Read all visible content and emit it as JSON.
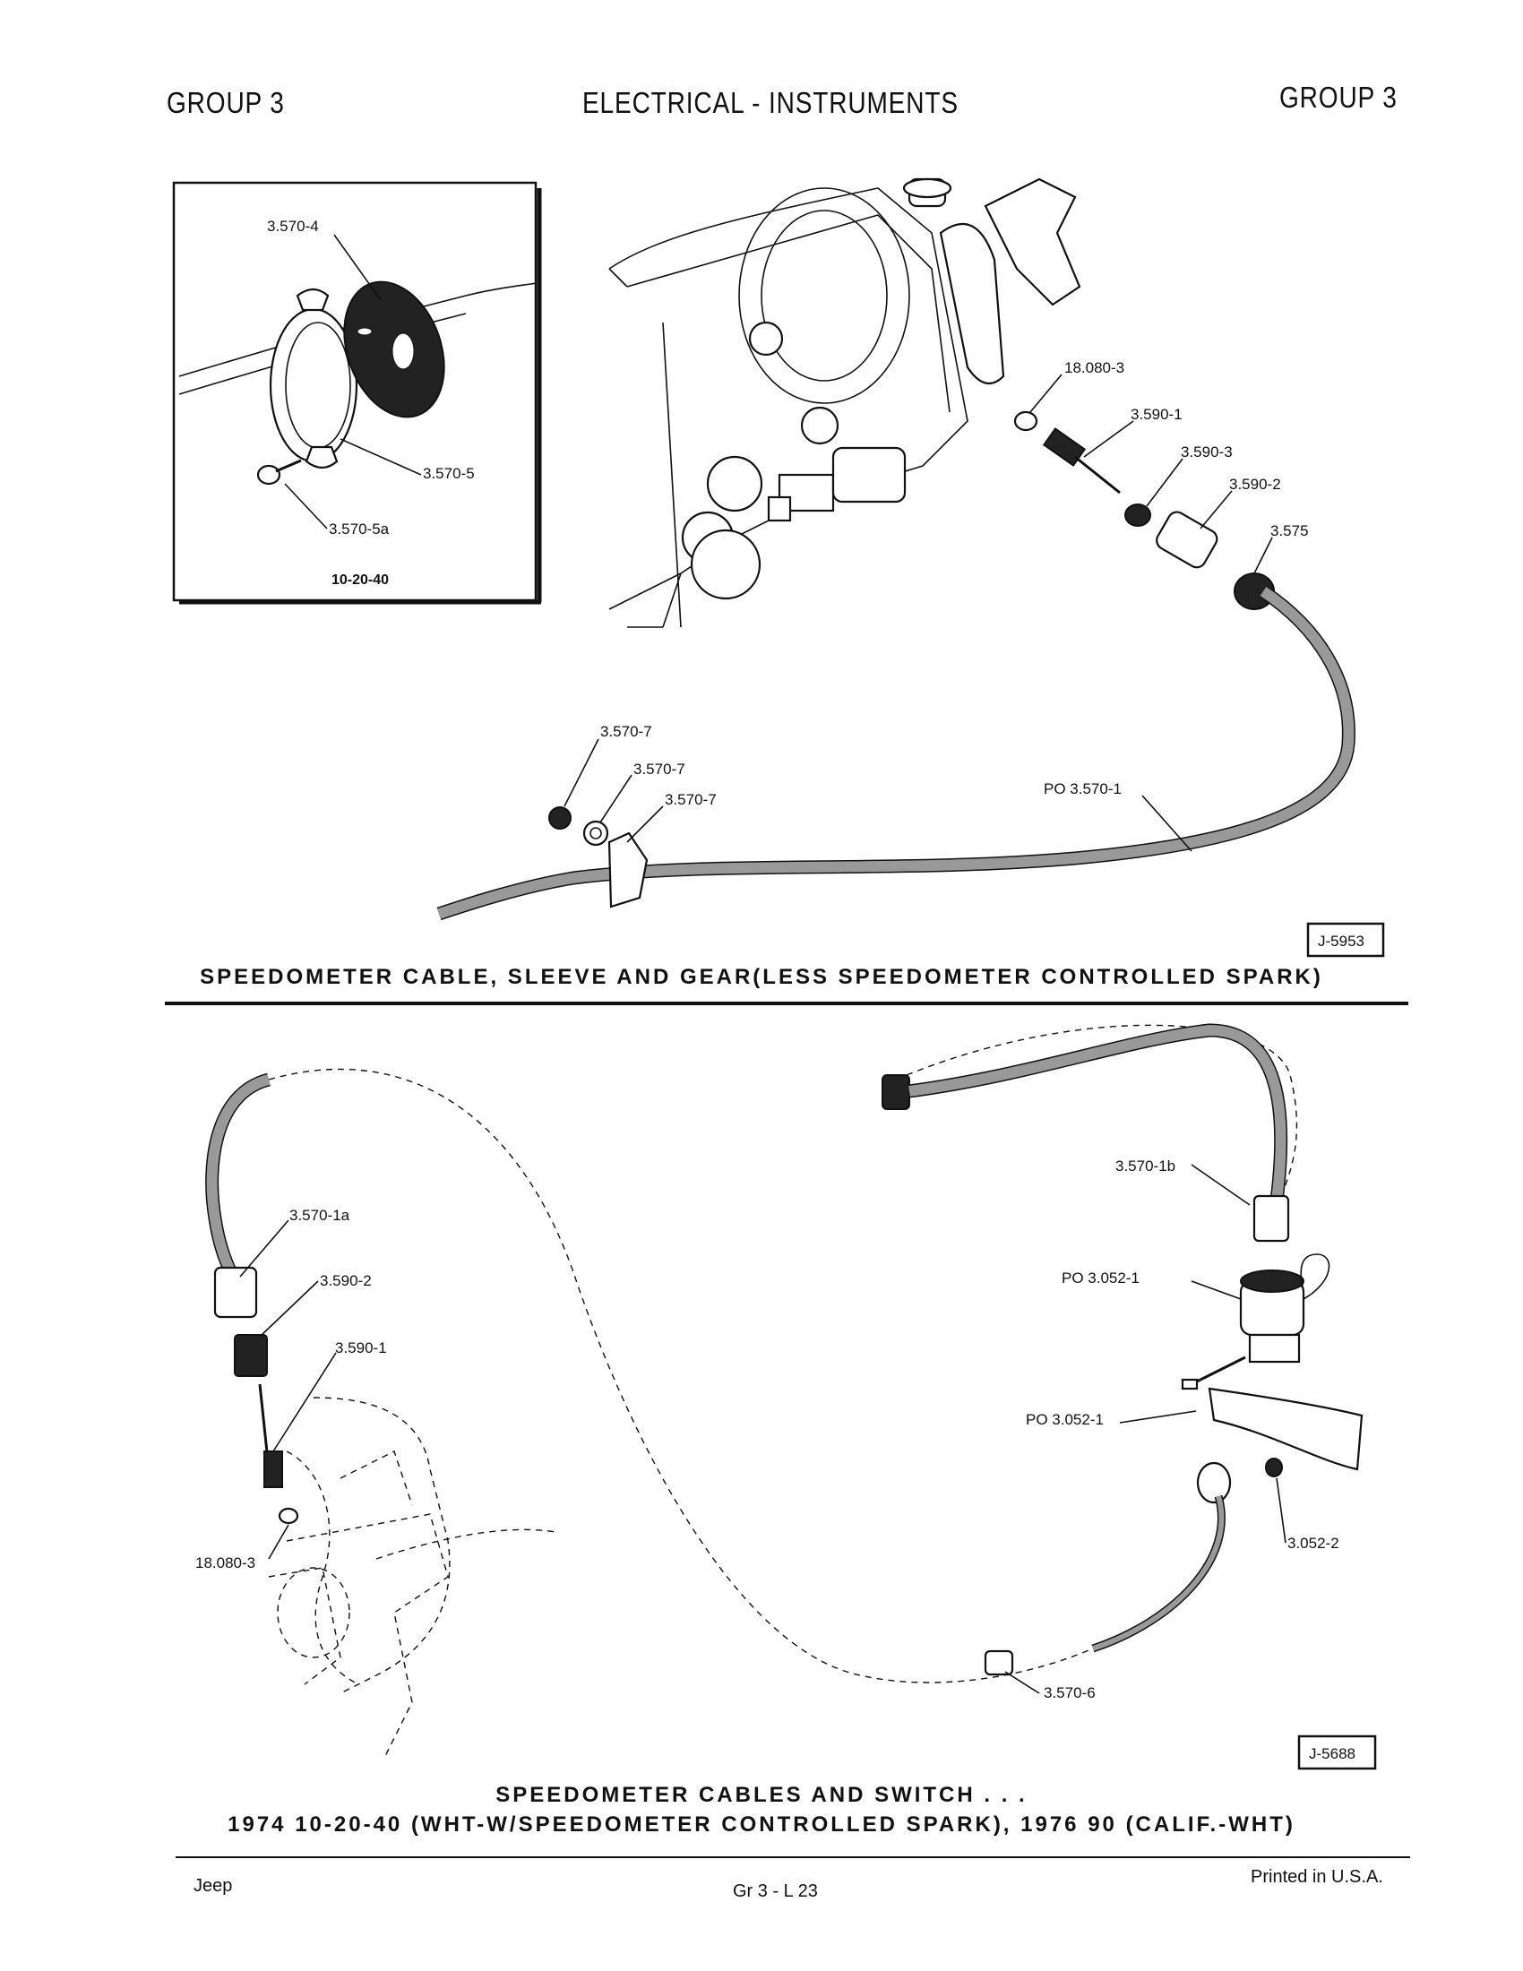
{
  "header": {
    "left": "GROUP 3",
    "center": "ELECTRICAL - INSTRUMENTS",
    "right": "GROUP 3"
  },
  "figure_top": {
    "inset": {
      "labels": [
        "3.570-4",
        "3.570-5",
        "3.570-5a"
      ],
      "model": "10-20-40"
    },
    "labels": [
      "18.080-3",
      "3.590-1",
      "3.590-3",
      "3.590-2",
      "3.575",
      "3.570-7",
      "3.570-7",
      "3.570-7",
      "PO 3.570-1"
    ],
    "ref": "J-5953",
    "caption": "SPEEDOMETER CABLE, SLEEVE AND GEAR(LESS SPEEDOMETER CONTROLLED SPARK)"
  },
  "figure_bottom": {
    "labels": [
      "3.570-1a",
      "3.590-2",
      "3.590-1",
      "18.080-3",
      "3.570-1b",
      "PO 3.052-1",
      "PO 3.052-1",
      "3.052-2",
      "3.570-6"
    ],
    "ref": "J-5688",
    "caption_line1": "SPEEDOMETER CABLES AND SWITCH . . .",
    "caption_line2": "1974 10-20-40 (WHT-W/SPEEDOMETER CONTROLLED SPARK), 1976 90 (CALIF.-WHT)"
  },
  "footer": {
    "left": "Jeep",
    "center": "Gr 3 - L 23",
    "right": "Printed in U.S.A."
  }
}
